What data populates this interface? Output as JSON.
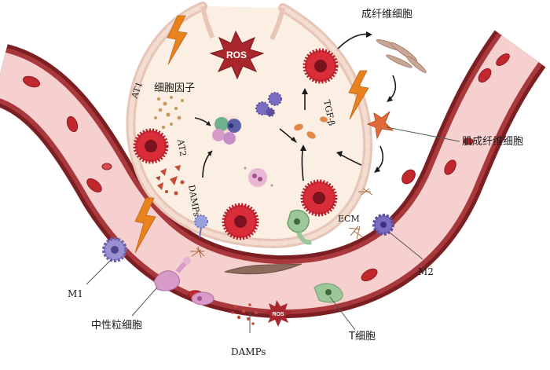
{
  "labels": {
    "fibroblast": "成纤维细胞",
    "myofibroblast": "肌成纤维细胞",
    "cytokines": "细胞因子",
    "at1": "AT1",
    "at2": "AT2",
    "damps_inner": "DAMPs",
    "tgf_beta": "TGF-β",
    "ecm": "ECM",
    "ros_top": "ROS",
    "ros_bottom": "ROS",
    "m1": "M1",
    "m2": "M2",
    "neutrophil": "中性粒细胞",
    "t_cell": "T细胞",
    "damps_bottom": "DAMPs"
  },
  "colors": {
    "vessel_wall": "#7c1f22",
    "vessel_lumen": "#f6cfcf",
    "rbc": "#c0282e",
    "lightning": "#e8821d",
    "ros_star": "#a8262c",
    "alveolus_fill": "#fbeee2",
    "alveolus_edge": "#e7c6b8",
    "macrophage": "#8d7fc8",
    "neutrophil": "#d89ac6",
    "t_cell": "#9cc79a",
    "at2_cell": "#d92d3a",
    "fibroblast": "#c9a595",
    "myofibroblast": "#e06a3a",
    "ecm_fiber": "#a86a3e"
  }
}
